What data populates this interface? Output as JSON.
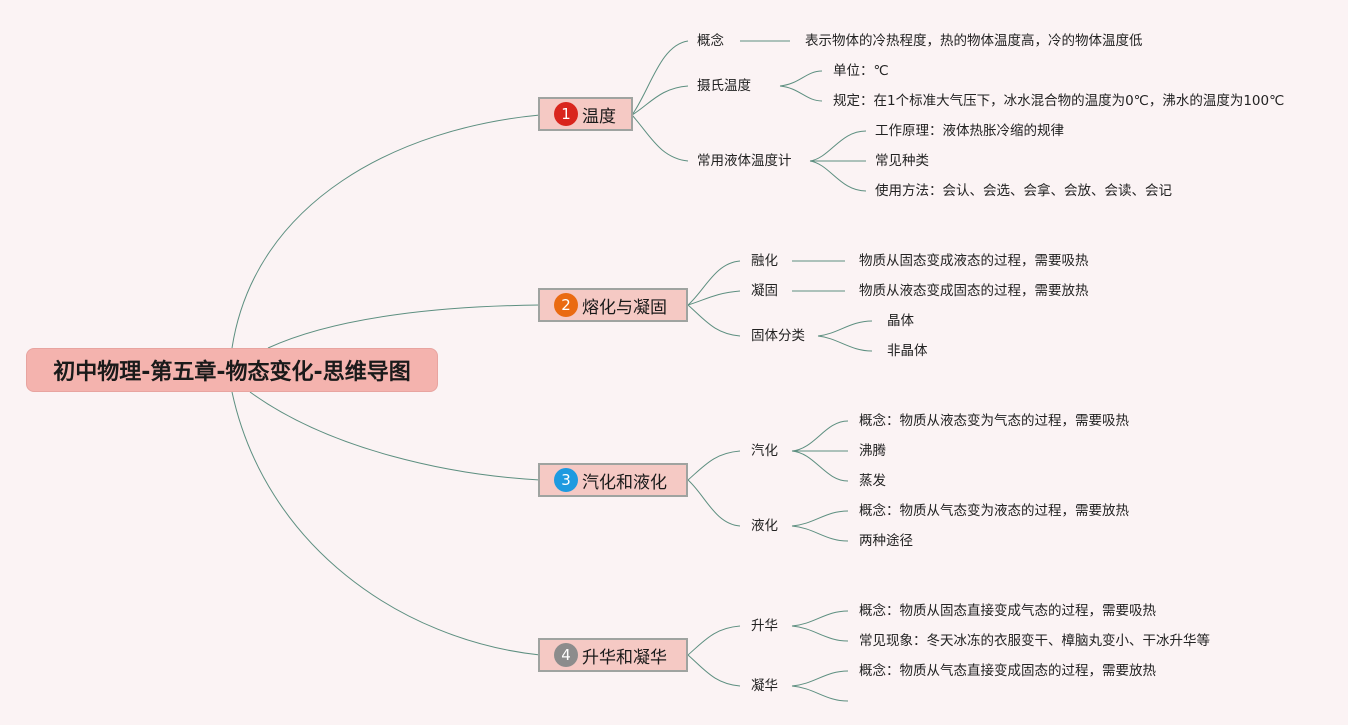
{
  "title": "初中物理-第五章-物态变化-思维导图",
  "colors": {
    "background": "#fbf3f4",
    "root_fill": "#f4b3ae",
    "branch_fill": "#f5c9c4",
    "line": "#5d8f80"
  },
  "branches": [
    {
      "num": "1",
      "label": "温度",
      "badge_color": "#d9251d",
      "children": [
        {
          "label": "概念",
          "leaves": [
            "表示物体的冷热程度，热的物体温度高，冷的物体温度低"
          ]
        },
        {
          "label": "摄氏温度",
          "leaves": [
            "单位：℃",
            "规定：在1个标准大气压下，冰水混合物的温度为0℃，沸水的温度为100℃"
          ]
        },
        {
          "label": "常用液体温度计",
          "leaves": [
            "工作原理：液体热胀冷缩的规律",
            "常见种类",
            "使用方法：会认、会选、会拿、会放、会读、会记"
          ]
        }
      ]
    },
    {
      "num": "2",
      "label": "熔化与凝固",
      "badge_color": "#ea6a12",
      "children": [
        {
          "label": "融化",
          "leaves": [
            "物质从固态变成液态的过程，需要吸热"
          ]
        },
        {
          "label": "凝固",
          "leaves": [
            "物质从液态变成固态的过程，需要放热"
          ]
        },
        {
          "label": "固体分类",
          "leaves": [
            "晶体",
            "非晶体"
          ]
        }
      ]
    },
    {
      "num": "3",
      "label": "汽化和液化",
      "badge_color": "#1e9ae0",
      "children": [
        {
          "label": "汽化",
          "leaves": [
            "概念：物质从液态变为气态的过程，需要吸热",
            "沸腾",
            "蒸发"
          ]
        },
        {
          "label": "液化",
          "leaves": [
            "概念：物质从气态变为液态的过程，需要放热",
            "两种途径"
          ]
        }
      ]
    },
    {
      "num": "4",
      "label": "升华和凝华",
      "badge_color": "#8c8c8c",
      "children": [
        {
          "label": "升华",
          "leaves": [
            "概念：物质从固态直接变成气态的过程，需要吸热",
            "常见现象：冬天冰冻的衣服变干、樟脑丸变小、干冰升华等"
          ]
        },
        {
          "label": "凝华",
          "leaves": [
            "概念：物质从气态直接变成固态的过程，需要放热",
            ""
          ]
        }
      ]
    }
  ]
}
